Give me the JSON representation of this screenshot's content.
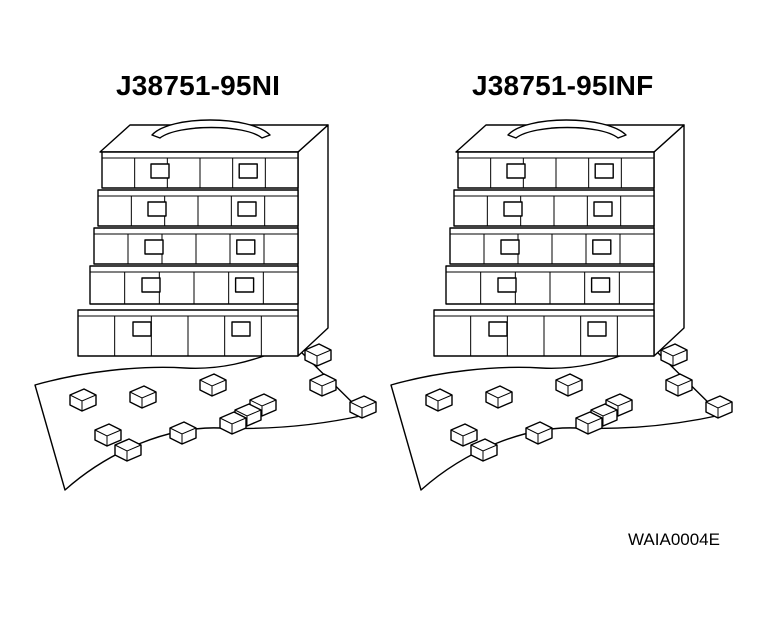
{
  "diagram": {
    "kits": [
      {
        "part_number": "J38751-95NI"
      },
      {
        "part_number": "J38751-95INF"
      }
    ],
    "reference_code": "WAIA0004E"
  }
}
